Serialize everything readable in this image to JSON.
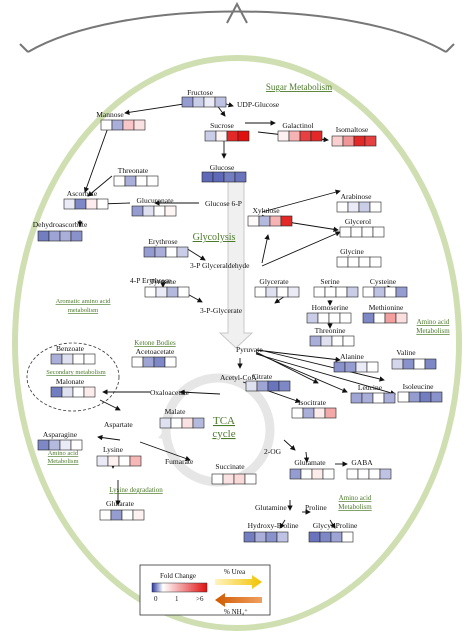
{
  "sections": {
    "sugar": "Sugar Metabolism",
    "glycolysis": "Glycolysis",
    "tca": "TCA\ncycle",
    "aromatic": "Aromatic amino acid\nmetabolism",
    "ketone": "Ketone Bodies",
    "secondary": "Secondary metabolism",
    "amino_left": "Amino acid\nMetabolism",
    "lysine_deg": "Lysine degradation",
    "amino_right": "Amino acid\nMetabolism",
    "amino_bottom": "Amino acid\nMetabolism"
  },
  "labels": {
    "udp_glucose": "UDP-Glucose",
    "glucose6p": "Glucose 6-P",
    "p_glyceraldehyde": "3-P Glyceraldehyde",
    "p4_erythrose": "4-P Erythrose",
    "p_glycerate": "3-P-Glycerate",
    "pyruvate": "Pyruvate",
    "acetyl_coa": "Acetyl-CoA",
    "oxaloacetate": "Oxaloacetate",
    "two_og": "2-OG",
    "glutamine": "Glutamine",
    "proline": "Proline",
    "aspartate": "Aspartate",
    "fumarate": "Fumarate"
  },
  "legend": {
    "title": "Fold Change",
    "min": "0",
    "mid": "1",
    "max": ">6",
    "urea": "% Urea",
    "nh4": "% NH₄⁺",
    "colors": [
      "#2838a0",
      "#ffffff",
      "#e01010"
    ]
  },
  "metabolites": [
    {
      "name": "Fructose",
      "values": [
        0.5,
        0.75,
        0.9,
        0.7
      ]
    },
    {
      "name": "Mannose",
      "values": [
        1.0,
        0.6,
        2.2,
        1.6
      ]
    },
    {
      "name": "Sucrose",
      "values": [
        0.75,
        1.2,
        5.5,
        6.0
      ]
    },
    {
      "name": "Galactinol",
      "values": [
        1.3,
        2.6,
        5.0,
        5.5
      ]
    },
    {
      "name": "Isomaltose",
      "values": [
        2.0,
        3.2,
        5.5,
        5.0
      ]
    },
    {
      "name": "Threonate",
      "values": [
        1.0,
        0.6,
        1.0,
        1.0
      ]
    },
    {
      "name": "Glucose",
      "values": [
        0.25,
        0.25,
        0.35,
        0.3
      ]
    },
    {
      "name": "Ascorbate",
      "values": [
        0.9,
        0.4,
        1.4,
        1.0
      ]
    },
    {
      "name": "Glucuronate",
      "values": [
        0.5,
        0.85,
        1.0,
        1.2
      ]
    },
    {
      "name": "Dehydroascorbate",
      "values": [
        0.35,
        0.55,
        0.6,
        0.45
      ]
    },
    {
      "name": "Arabinose",
      "values": [
        1.0,
        0.9,
        0.75,
        1.0
      ]
    },
    {
      "name": "Xylulose",
      "values": [
        1.1,
        0.65,
        2.6,
        5.5
      ]
    },
    {
      "name": "Glycerol",
      "values": [
        1.0,
        1.0,
        1.0,
        1.0
      ]
    },
    {
      "name": "Erythrose",
      "values": [
        0.5,
        0.6,
        1.0,
        0.75
      ]
    },
    {
      "name": "Glycine",
      "values": [
        1.0,
        1.0,
        1.0,
        1.0
      ]
    },
    {
      "name": "Tyrosine",
      "values": [
        1.0,
        0.9,
        0.65,
        1.0
      ]
    },
    {
      "name": "Glycerate",
      "values": [
        1.0,
        0.85,
        1.0,
        0.9
      ]
    },
    {
      "name": "Serine",
      "values": [
        1.0,
        1.0,
        1.0,
        0.75
      ]
    },
    {
      "name": "Cysteine",
      "values": [
        1.0,
        0.7,
        1.0,
        0.5
      ]
    },
    {
      "name": "Homoserine",
      "values": [
        0.75,
        1.0,
        1.0,
        1.0
      ]
    },
    {
      "name": "Methionine",
      "values": [
        0.4,
        1.0,
        3.0,
        1.7
      ]
    },
    {
      "name": "Threonine",
      "values": [
        0.6,
        0.85,
        1.0,
        1.0
      ]
    },
    {
      "name": "Benzoate",
      "values": [
        0.6,
        0.85,
        1.0,
        1.0
      ]
    },
    {
      "name": "Acetoacetate",
      "values": [
        1.0,
        0.55,
        0.4,
        1.0
      ]
    },
    {
      "name": "Malonate",
      "values": [
        0.35,
        0.85,
        1.0,
        1.4
      ]
    },
    {
      "name": "Alanine",
      "values": [
        0.45,
        0.5,
        0.9,
        1.0
      ]
    },
    {
      "name": "Valine",
      "values": [
        0.8,
        0.45,
        1.0,
        0.4
      ]
    },
    {
      "name": "Citrate",
      "values": [
        0.85,
        0.55,
        0.3,
        0.4
      ]
    },
    {
      "name": "Leucine",
      "values": [
        0.55,
        0.6,
        1.0,
        0.6
      ]
    },
    {
      "name": "Isoleucine",
      "values": [
        1.0,
        0.5,
        0.35,
        0.45
      ]
    },
    {
      "name": "Isocitrate",
      "values": [
        1.0,
        0.6,
        1.4,
        2.8
      ]
    },
    {
      "name": "Malate",
      "values": [
        0.85,
        1.0,
        1.6,
        0.65
      ]
    },
    {
      "name": "Asparagine",
      "values": [
        0.4,
        0.65,
        0.9,
        1.0
      ]
    },
    {
      "name": "Lysine",
      "values": [
        0.9,
        1.3,
        1.0,
        2.5
      ]
    },
    {
      "name": "Glutamate",
      "values": [
        0.5,
        1.0,
        1.4,
        1.0
      ]
    },
    {
      "name": "GABA",
      "values": [
        1.0,
        1.0,
        1.0,
        0.7
      ]
    },
    {
      "name": "Succinate",
      "values": [
        1.0,
        1.6,
        1.8,
        1.0
      ]
    },
    {
      "name": "Glutarate",
      "values": [
        1.0,
        0.5,
        1.0,
        1.3
      ]
    },
    {
      "name": "Hydroxy-Proline",
      "values": [
        0.35,
        0.6,
        0.45,
        0.7
      ]
    },
    {
      "name": "Glycyl-Proline",
      "values": [
        0.3,
        0.4,
        0.55,
        1.0
      ]
    }
  ]
}
